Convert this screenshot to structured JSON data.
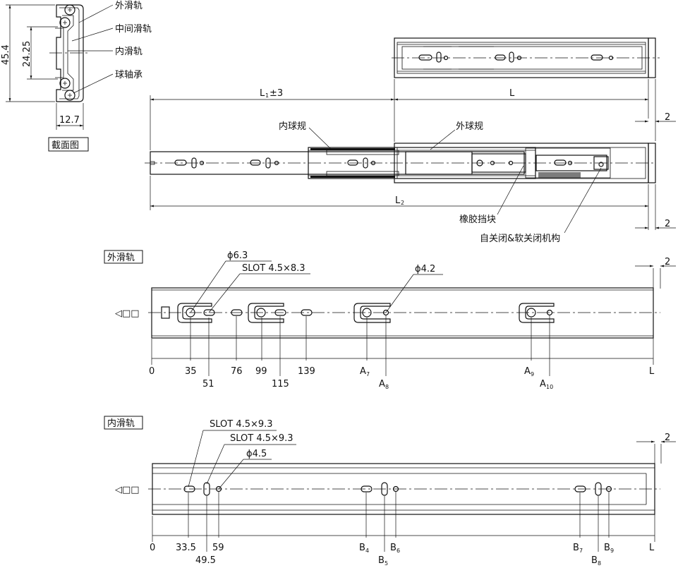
{
  "section": {
    "title": "截面图",
    "height_total": "45.4",
    "height_inner": "24.25",
    "width": "12.7",
    "labels": {
      "outer_rail": "外滑轨",
      "middle_rail": "中间滑轨",
      "inner_rail": "内滑轨",
      "ball_bearing": "球轴承"
    }
  },
  "assembly": {
    "l1": "L",
    "l1_suffix": "1",
    "l1_tol": "±3",
    "l": "L",
    "l2": "L",
    "l2_suffix": "2",
    "gap1": "2",
    "gap2": "2",
    "inner_ball_gauge": "内球规",
    "outer_ball_gauge": "外球规",
    "rubber_stop": "橡胶挡块",
    "self_close": "自关闭&软关闭机构"
  },
  "outer_view": {
    "title": "外滑轨",
    "phi63": "ϕ6.3",
    "slot": "SLOT 4.5×8.3",
    "phi42": "ϕ4.2",
    "gap": "2",
    "arrow": "◁□□",
    "dims_top": [
      "0",
      "35",
      "76",
      "99",
      "139",
      "A",
      "A",
      "L"
    ],
    "dims_top_sub": [
      "",
      "",
      "",
      "",
      "",
      "7",
      "9",
      ""
    ],
    "dims_bottom": [
      "51",
      "115",
      "A",
      "A"
    ],
    "dims_bottom_sub": [
      "",
      "",
      "8",
      "10"
    ]
  },
  "inner_view": {
    "title": "内滑轨",
    "slot1": "SLOT 4.5×9.3",
    "slot2": "SLOT 4.5×9.3",
    "phi45": "ϕ4.5",
    "gap": "2",
    "arrow": "◁□□",
    "dims_top": [
      "0",
      "33.5",
      "59",
      "B",
      "B",
      "B",
      "B",
      "L"
    ],
    "dims_top_sub": [
      "",
      "",
      "",
      "4",
      "6",
      "7",
      "9",
      ""
    ],
    "dims_bottom": [
      "49.5",
      "B",
      "B"
    ],
    "dims_bottom_sub": [
      "",
      "5",
      "8"
    ]
  }
}
